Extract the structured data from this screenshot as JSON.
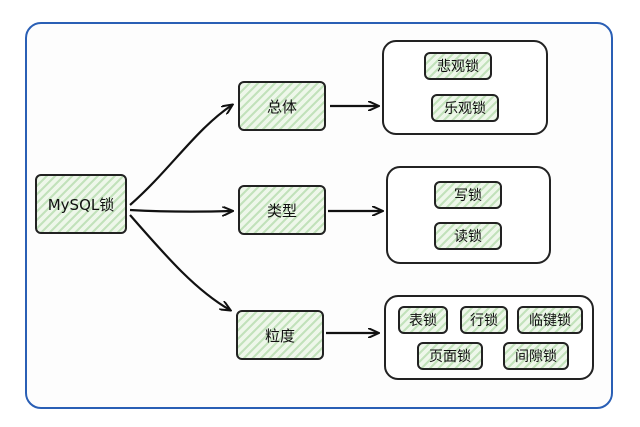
{
  "diagram": {
    "root": {
      "label": "MySQL锁"
    },
    "categories": [
      {
        "label": "总体",
        "items": [
          "悲观锁",
          "乐观锁"
        ]
      },
      {
        "label": "类型",
        "items": [
          "写锁",
          "读锁"
        ]
      },
      {
        "label": "粒度",
        "items": [
          "表锁",
          "行锁",
          "临键锁",
          "页面锁",
          "间隙锁"
        ]
      }
    ],
    "colors": {
      "frame_border": "#2a5fb5",
      "node_fill": "#eef7ea",
      "hatch": "#8cc882",
      "stroke": "#222222"
    }
  }
}
